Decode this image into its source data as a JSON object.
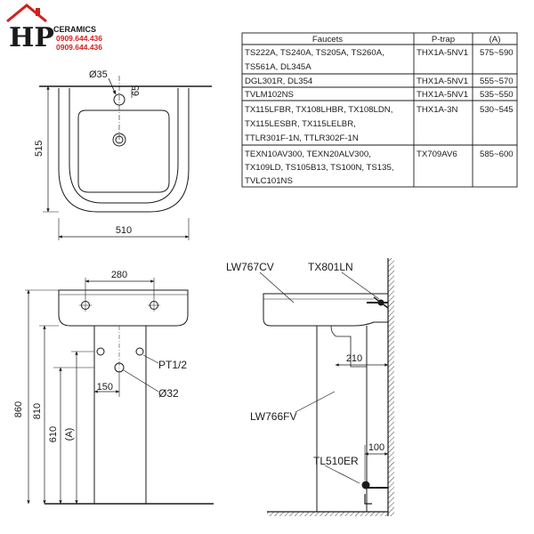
{
  "brand": {
    "initials": "HP",
    "name": "CERAMICS",
    "phone1": "0909.644.436",
    "phone2": "0909.644.436",
    "colors": {
      "orange": "#f5a300",
      "red": "#d21f1f"
    }
  },
  "table": {
    "headers": [
      "Faucets",
      "P-trap",
      "(A)"
    ],
    "rows": [
      {
        "faucets": [
          "TS222A, TS240A, TS205A, TS260A,",
          "TS561A, DL345A"
        ],
        "ptrap": "THX1A-5NV1",
        "a": "575~590"
      },
      {
        "faucets": [
          "DGL301R, DL354"
        ],
        "ptrap": "THX1A-5NV1",
        "a": "555~570"
      },
      {
        "faucets": [
          "TVLM102NS"
        ],
        "ptrap": "THX1A-5NV1",
        "a": "535~550"
      },
      {
        "faucets": [
          "TX115LFBR, TX108LHBR, TX108LDN,",
          "TX115LESBR, TX115LELBR,",
          "TTLR301F-1N, TTLR302F-1N"
        ],
        "ptrap": "THX1A-3N",
        "a": "530~545"
      },
      {
        "faucets": [
          "TEXN10AV300, TEXN20ALV300,",
          "TX109LD, TS105B13, TS100N, TS135,",
          "TVLC101NS"
        ],
        "ptrap": "TX709AV6",
        "a": "585~600"
      }
    ]
  },
  "top_view": {
    "hole_diameter": "Ø35",
    "hole_offset": "65",
    "depth": "515",
    "width": "510"
  },
  "front_view": {
    "hole_spacing": "280",
    "thread": "PT1/2",
    "drain_diameter": "Ø32",
    "drain_offset": "150",
    "height_total": "860",
    "height_rim": "810",
    "height_drain": "610",
    "height_a": "(A)"
  },
  "side_view": {
    "basin_model": "LW767CV",
    "valve_model": "TX801LN",
    "pedestal_model": "LW766FV",
    "stop_valve_model": "TL510ER",
    "trap_projection": "210",
    "valve_offset": "100"
  }
}
